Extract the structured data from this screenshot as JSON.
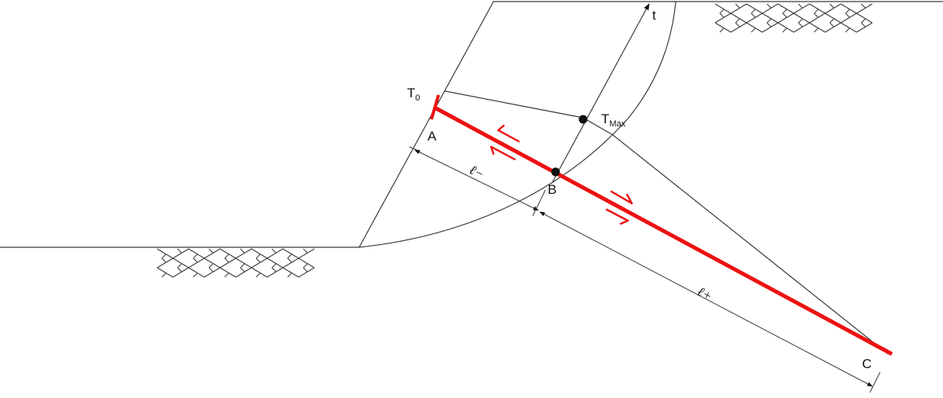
{
  "diagram": {
    "labels": {
      "t0_main": "T",
      "t0_sub": "0",
      "tmax_main": "T",
      "tmax_sub": "Max",
      "a": "A",
      "b": "B",
      "c": "C",
      "t_axis": "t",
      "l_minus": "ℓ−",
      "l_plus": "ℓ+"
    },
    "colors": {
      "nail": "#ee1111",
      "lines": "#3a3a3a",
      "background": "#ffffff"
    }
  }
}
